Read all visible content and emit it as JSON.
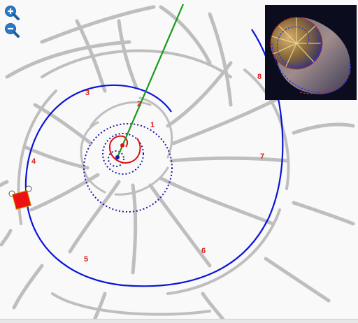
{
  "zoom": {
    "in_icon": "zoom-in-icon",
    "out_icon": "zoom-out-icon"
  },
  "chambers": [
    {
      "label": "1"
    },
    {
      "label": "2"
    },
    {
      "label": "3"
    },
    {
      "label": "4"
    },
    {
      "label": "5"
    },
    {
      "label": "6"
    },
    {
      "label": "7"
    },
    {
      "label": "8"
    }
  ],
  "colors": {
    "spiral": "#0a14d8",
    "dotted_circles": "#1a1aa8",
    "inner_spiral": "#e01010",
    "radius_line": "#1a9a1a",
    "handle": "#ee1111",
    "labels": "#d82020",
    "shell_sketch": "#bdbdbd"
  },
  "thumbnail": {
    "icon": "nautilus-shell-photo-icon"
  }
}
